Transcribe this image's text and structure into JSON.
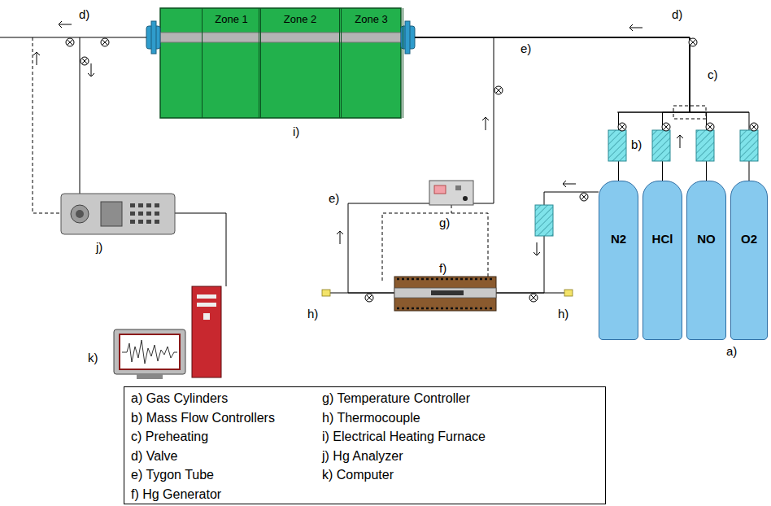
{
  "diagram": {
    "nodes": [
      {
        "text": [
          "Zone 1"
        ]
      },
      {
        "text": [
          "Zone 2"
        ]
      },
      {
        "text": [
          "Zone 3"
        ]
      },
      {
        "text": [
          "N2"
        ]
      },
      {
        "text": [
          "HCl"
        ]
      },
      {
        "text": [
          "NO"
        ]
      },
      {
        "text": [
          "O2"
        ]
      },
      {
        "text": [
          "a) Gas Cylinders",
          "b) Mass Flow Controllers",
          "c) Preheating",
          "d) Valve",
          "e) Tygon Tube",
          "f) Hg Generator",
          "g) Temperature Controller",
          "h) Thermocouple",
          "i) Electrical Heating Furnace",
          "j) Hg Analyzer",
          "k) Computer"
        ]
      }
    ],
    "edges": [
      {
        "from": 3,
        "to": 2,
        "arrow": "to"
      },
      {
        "from": 4,
        "to": 2,
        "arrow": "to"
      },
      {
        "from": 5,
        "to": 2,
        "arrow": "to"
      },
      {
        "from": 6,
        "to": 2,
        "arrow": "to"
      }
    ],
    "labels": [
      "d)",
      "d)",
      "c)",
      "e)",
      "b)",
      "i)",
      "e)",
      "g)",
      "j)",
      "f)",
      "h)",
      "h)",
      "a)",
      "k)"
    ]
  }
}
